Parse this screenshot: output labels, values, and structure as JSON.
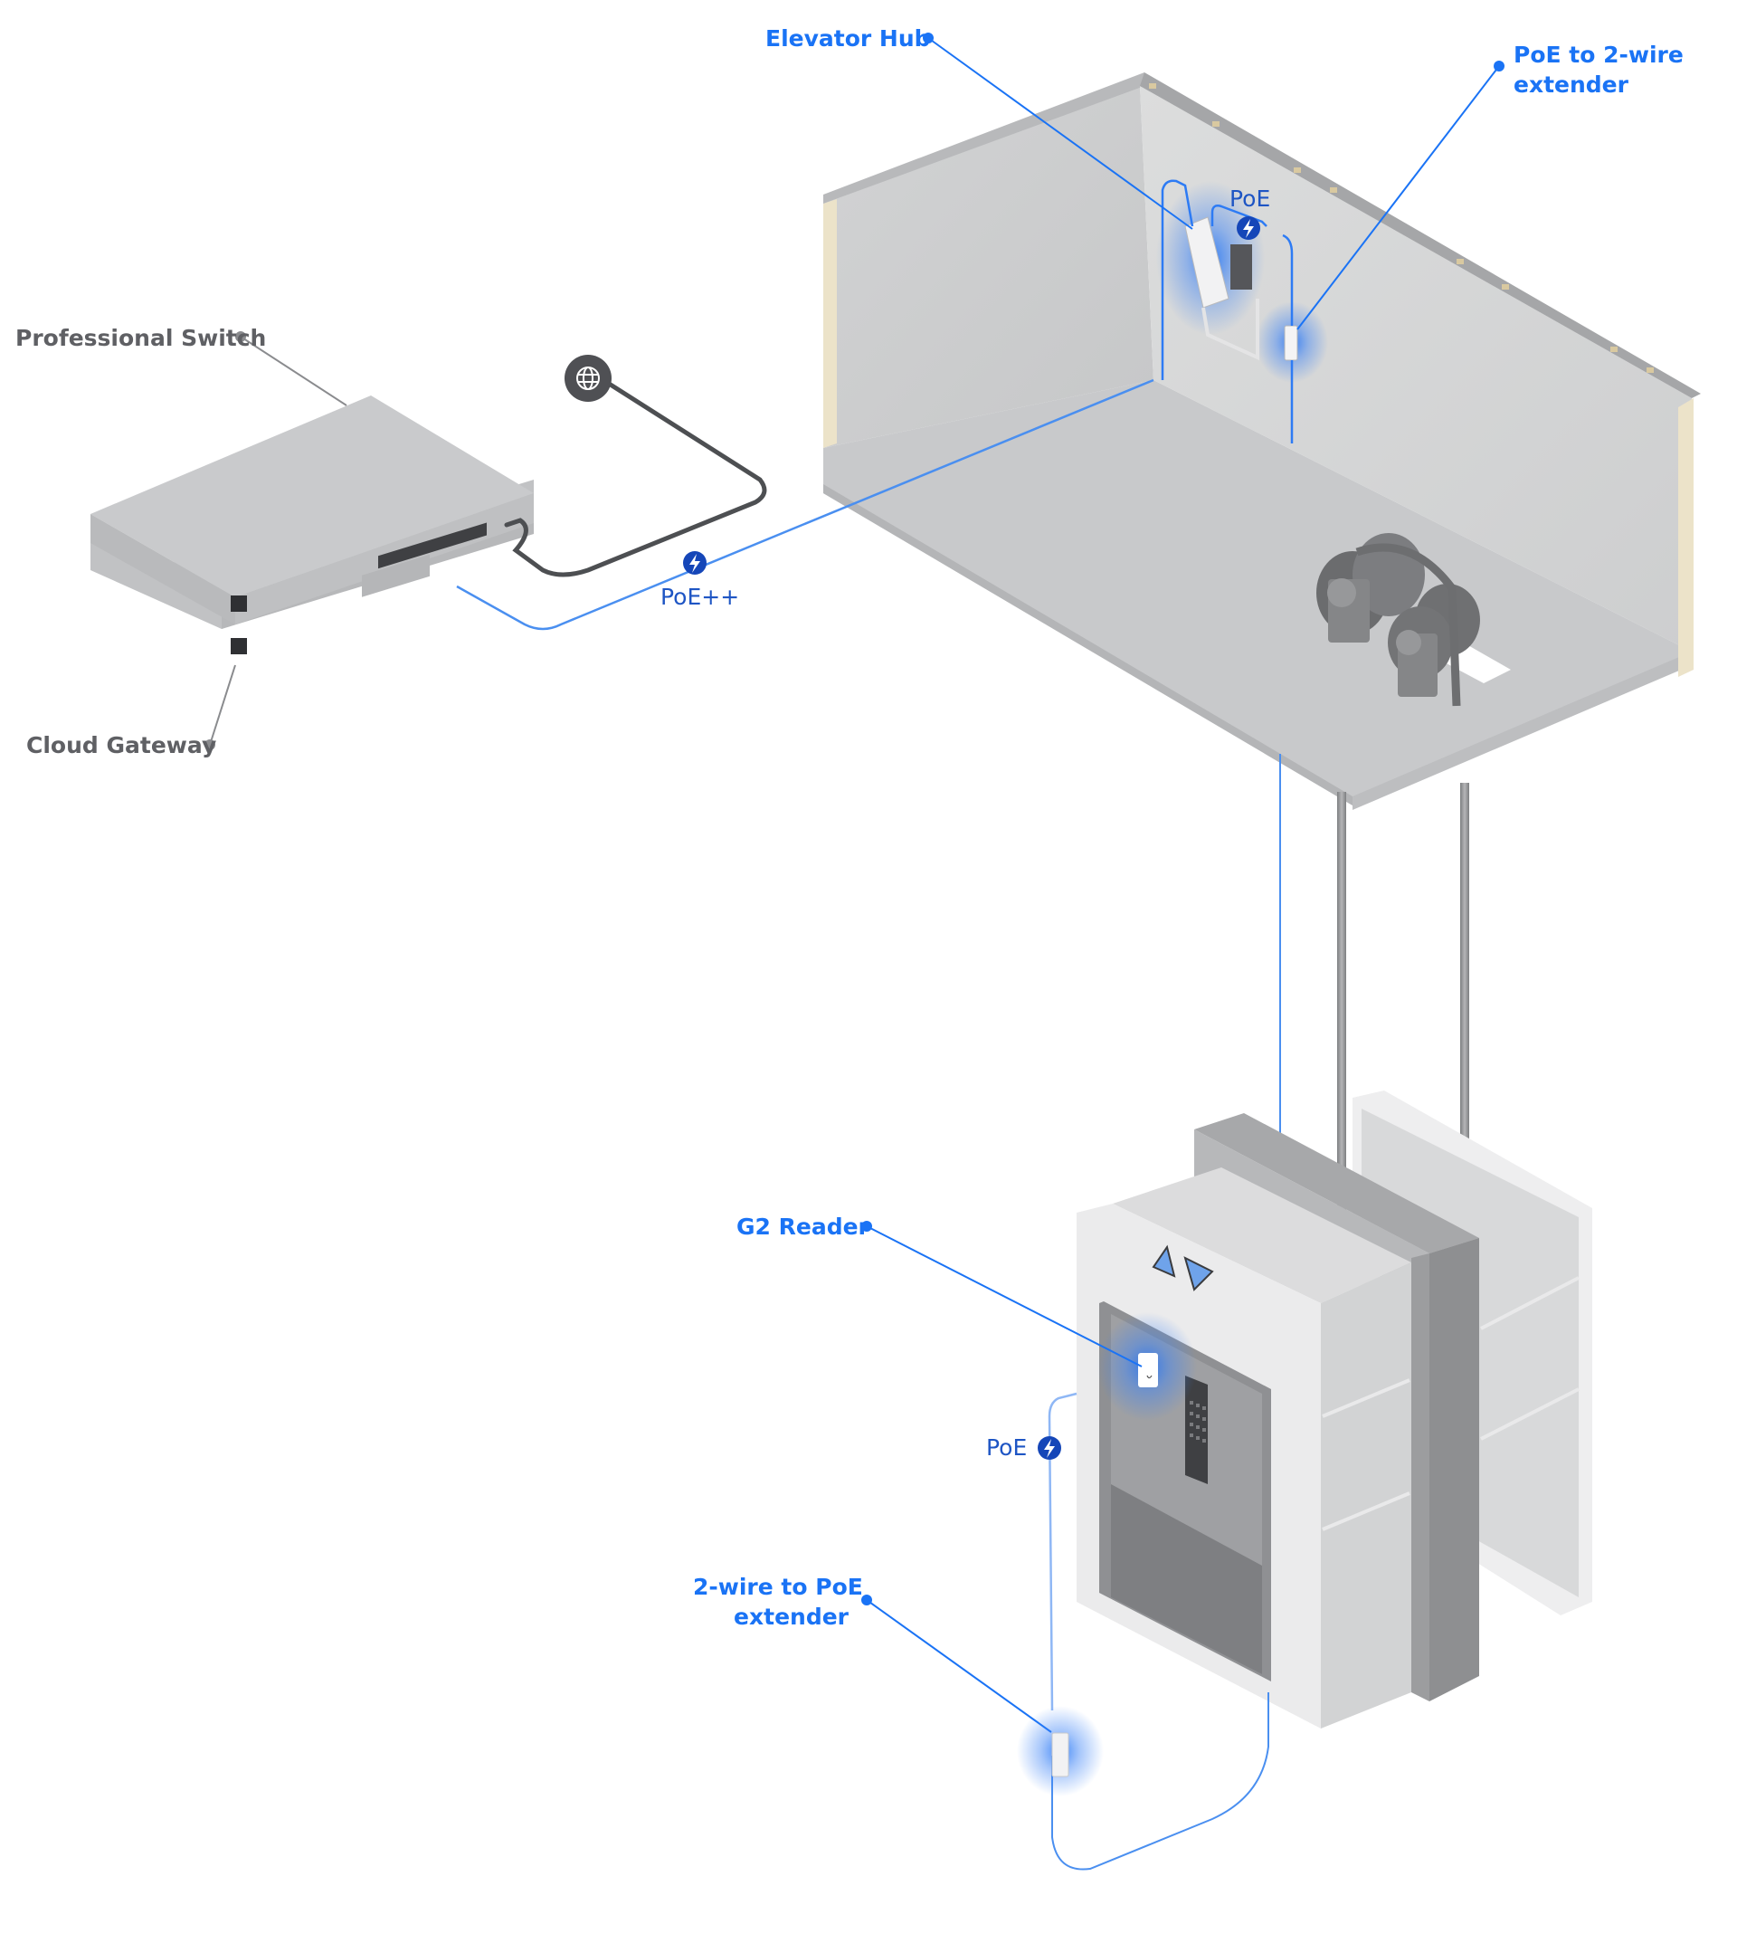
{
  "diagram": {
    "title": "Elevator access control topology",
    "colors": {
      "accent_blue": "#1a73f5",
      "cable_blue": "#4a8ff0",
      "poe_badge": "#1546b8",
      "label_gray": "#5f6064",
      "internet_cable": "#4d4f52",
      "concrete": "#cfd0d1",
      "floor": "#c9cacc",
      "metal": "#9a9b9d"
    },
    "labels": {
      "elevator_hub": "Elevator Hub",
      "poe_to_2wire": [
        "PoE to 2-wire",
        "extender"
      ],
      "professional_switch": "Professional Switch",
      "cloud_gateway": "Cloud Gateway",
      "g2_reader": "G2 Reader",
      "two_wire_to_poe": [
        "2-wire to PoE",
        "extender"
      ]
    },
    "connections": [
      {
        "from": "Professional Switch",
        "to": "Elevator Hub",
        "power": "PoE++"
      },
      {
        "from": "Elevator Hub",
        "to": "PoE to 2-wire extender",
        "power": "PoE"
      },
      {
        "from": "2-wire to PoE extender",
        "to": "G2 Reader",
        "power": "PoE"
      },
      {
        "from": "Cloud Gateway",
        "to": "Internet",
        "power": ""
      }
    ],
    "power_badges": {
      "poe_plus_plus": "PoE++",
      "poe_machine_room": "PoE",
      "poe_cabin": "PoE"
    },
    "icons": {
      "internet": "globe-icon",
      "power": "lightning-bolt-icon",
      "elevator_up": "triangle-up-icon",
      "elevator_down": "triangle-down-icon"
    }
  }
}
